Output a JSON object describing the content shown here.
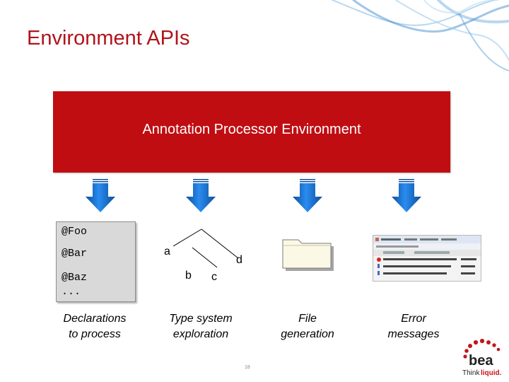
{
  "slide": {
    "title": "Environment APIs",
    "page_number": "18"
  },
  "environment_box": {
    "label": "Annotation Processor Environment",
    "color": "#c00d12"
  },
  "declarations": {
    "lines": [
      "@Foo",
      "@Bar",
      "@Baz",
      "..."
    ],
    "caption_line1": "Declarations",
    "caption_line2": "to process"
  },
  "type_system": {
    "labels": [
      "a",
      "b",
      "c",
      "d"
    ],
    "caption_line1": "Type system",
    "caption_line2": "exploration"
  },
  "file_generation": {
    "caption_line1": "File",
    "caption_line2": "generation"
  },
  "error_messages": {
    "caption_line1": "Error",
    "caption_line2": "messages"
  },
  "colors": {
    "title": "#b0141c",
    "arrow": "#1a7fe0",
    "arrow_dark": "#0c4f9c"
  },
  "logo": {
    "brand": "bea",
    "tagline_think": "Think",
    "tagline_liquid": "liquid."
  }
}
